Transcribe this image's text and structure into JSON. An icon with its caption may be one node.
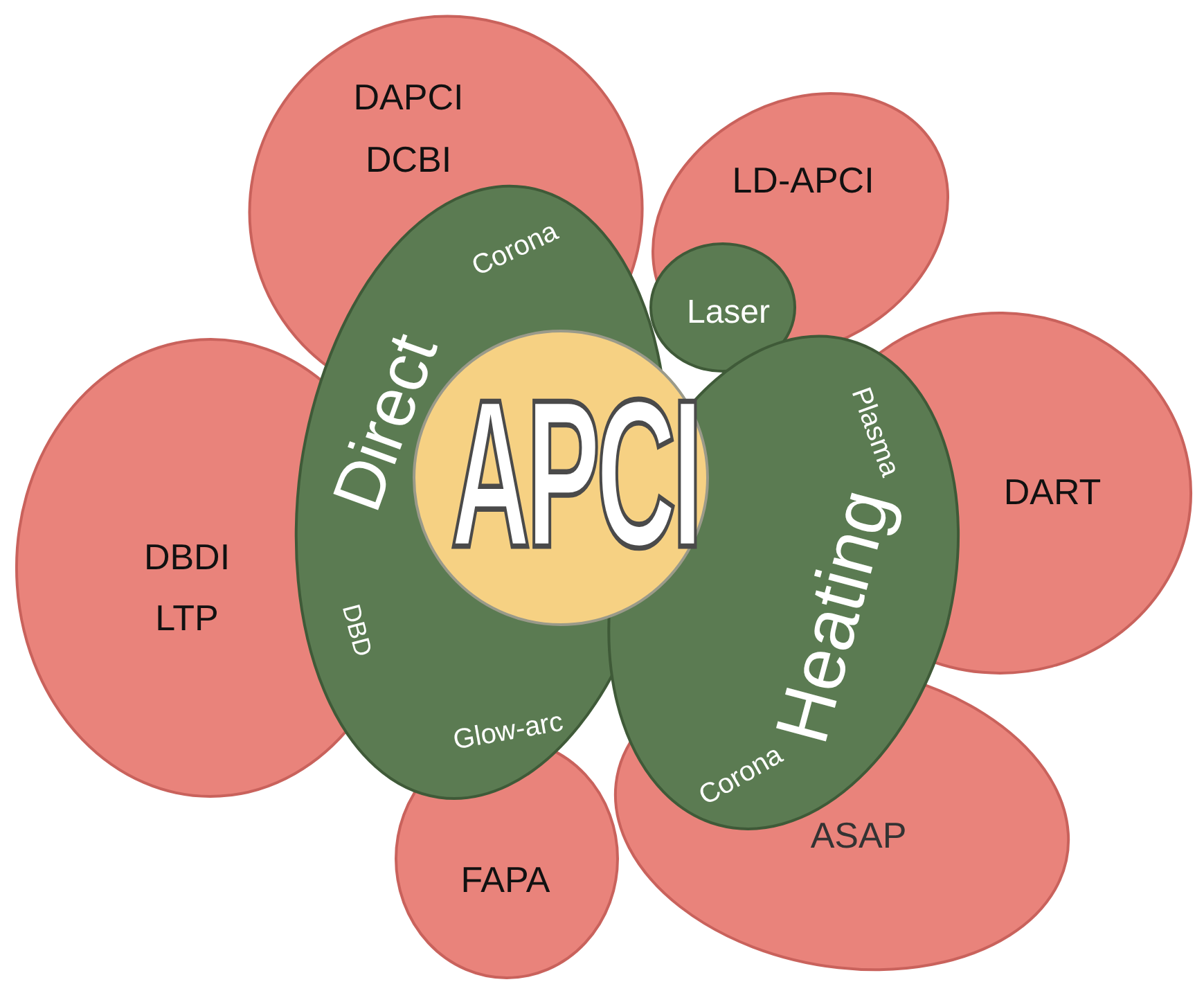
{
  "diagram": {
    "nodes": [
      {
        "text": [
          "DAPCI",
          "DCBI"
        ]
      },
      {
        "text": [
          "LD-APCI"
        ]
      },
      {
        "text": [
          "DART"
        ]
      },
      {
        "text": [
          "DBDI",
          "LTP"
        ]
      },
      {
        "text": [
          "ASAP"
        ]
      },
      {
        "text": [
          "FAPA"
        ]
      },
      {
        "text": [
          "Corona",
          "Direct",
          "DBD",
          "Glow-arc"
        ]
      },
      {
        "text": [
          "Laser"
        ]
      },
      {
        "text": [
          "Plasma",
          "Heating",
          "Corona"
        ]
      },
      {
        "text": [
          "APCI"
        ]
      }
    ]
  }
}
